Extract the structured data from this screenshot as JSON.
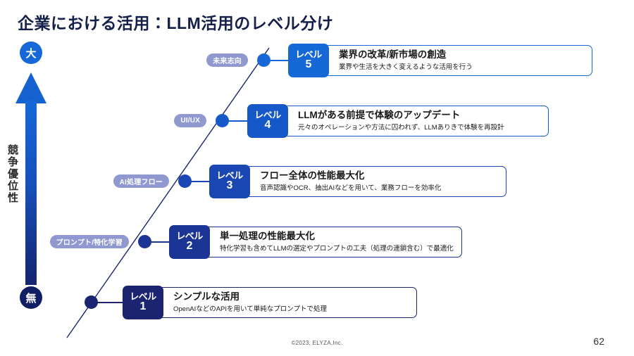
{
  "slide": {
    "title": "企業における活用：LLM活用のレベル分け",
    "page_number": "62",
    "copyright": "©2023, ELYZA,Inc."
  },
  "axis": {
    "label": "競争優位性",
    "top_cap": "大",
    "bottom_cap": "無",
    "top_color": "#1668d8",
    "bottom_color": "#101f63"
  },
  "levels": [
    {
      "pill": "未来志向",
      "badge_word": "レベル",
      "badge_num": "5",
      "title": "業界の改革/新市場の創造",
      "subtitle": "業界や生活を大きく変えるような活用を行う",
      "color": "#1568d6"
    },
    {
      "pill": "UI/UX",
      "badge_word": "レベル",
      "badge_num": "4",
      "title": "LLMがある前提で体験のアップデート",
      "subtitle": "元々のオペレーションや方法に囚われず、LLMありきで体験を再設計",
      "color": "#1559c9"
    },
    {
      "pill": "AI処理フロー",
      "badge_word": "レベル",
      "badge_num": "3",
      "title": "フロー全体の性能最大化",
      "subtitle": "音声認識やOCR、抽出AIなどを用いて、業務フローを効率化",
      "color": "#1b47b4"
    },
    {
      "pill": "プロンプト/特化学習",
      "badge_word": "レベル",
      "badge_num": "2",
      "title": "単一処理の性能最大化",
      "subtitle": "特化学習も含めてLLMの選定やプロンプトの工夫（処理の連鎖含む）で最適化",
      "color": "#1c3594"
    },
    {
      "pill": "",
      "badge_word": "レベル",
      "badge_num": "1",
      "title": "シンプルな活用",
      "subtitle": "OpenAIなどのAPIを用いて単純なプロンプトで処理",
      "color": "#1b2470"
    }
  ]
}
